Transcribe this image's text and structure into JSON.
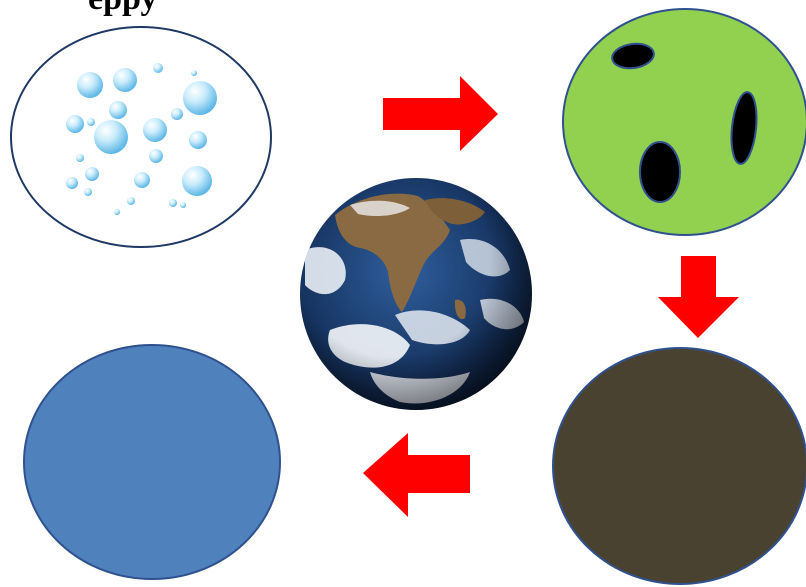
{
  "header": {
    "visible_text": "ерру"
  },
  "colors": {
    "arrow": "#ff0000",
    "bubbles_fill": "#ffffff",
    "bubbles_outline": "#1f3864",
    "bubble": "#8fd3f4",
    "green_fill": "#92d050",
    "green_spots": "#000000",
    "brown_fill": "#4a4230",
    "blue_fill": "#4f81bd",
    "shape_outline": "#2f528f"
  },
  "icons": [
    "bubbles-circle",
    "green-spotted-circle",
    "brown-circle",
    "blue-circle",
    "earth-globe-icon",
    "arrow-right-icon",
    "arrow-down-icon",
    "arrow-left-icon"
  ]
}
